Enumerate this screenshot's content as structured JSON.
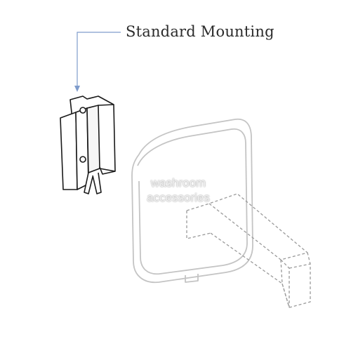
{
  "diagram": {
    "label": "Standard Mounting",
    "colors": {
      "ink": "#1a1a1a",
      "arrow": "#7f9ccc",
      "product_outline": "#c4c4c4",
      "shaft_dash": "#9a9a9a"
    }
  },
  "watermark": {
    "line1": "washroom",
    "line2": "accessories"
  }
}
